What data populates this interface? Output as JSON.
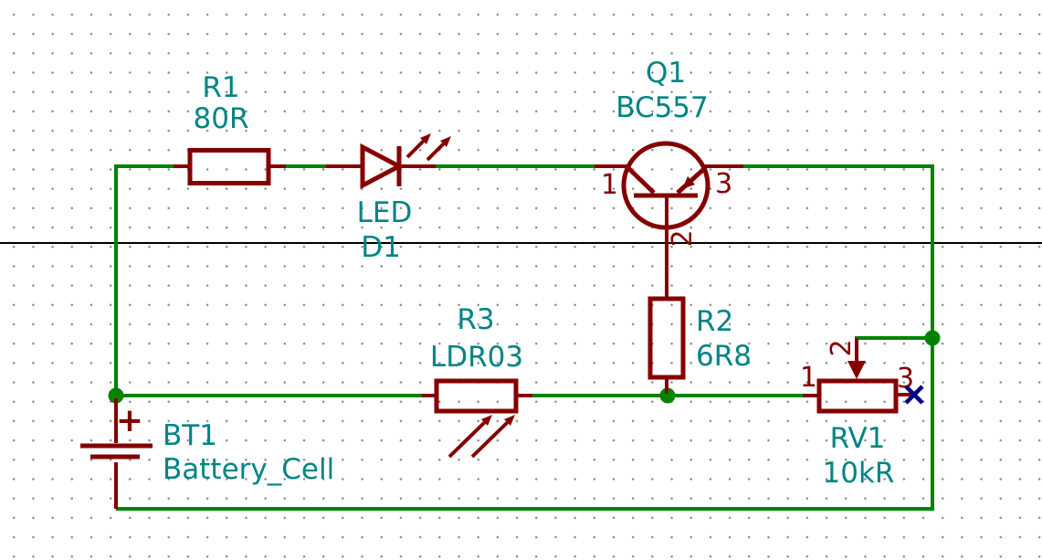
{
  "colors": {
    "wire_green": "#008400",
    "symbol_dark_red": "#840000",
    "field_teal": "#008484",
    "pin_number_dark_red": "#840000",
    "no_connect_blue": "#000084",
    "grid_dot_gray": "#8a8a8a",
    "boundary_black": "#000000",
    "background": "#ffffff"
  },
  "components": {
    "r1": {
      "ref": "R1",
      "value": "80R"
    },
    "d1": {
      "value": "LED",
      "ref": "D1"
    },
    "q1": {
      "ref": "Q1",
      "value": "BC557",
      "pin1": "1",
      "pin2": "2",
      "pin3": "3"
    },
    "r2": {
      "ref": "R2",
      "value": "6R8"
    },
    "r3": {
      "ref": "R3",
      "value": "LDR03"
    },
    "rv1": {
      "ref": "RV1",
      "value": "10kR",
      "pin1": "1",
      "pin2": "2",
      "pin3": "3"
    },
    "bt1": {
      "ref": "BT1",
      "value": "Battery_Cell",
      "plus": "+"
    }
  }
}
